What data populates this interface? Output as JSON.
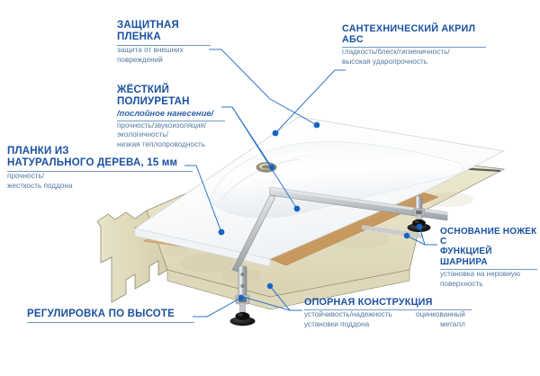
{
  "diagram": {
    "subject": "Конструкция душевого поддона",
    "language": "ru",
    "colors": {
      "heading": "#1a51a0",
      "subheading": "#2f62a8",
      "description": "#53789f",
      "leader_line": "#2d76c4",
      "marker_dot": "#1565c0",
      "acrylic": "#ffffff",
      "polyurethane": "#e8e4cd",
      "wood": "#e3bc8f",
      "metal_frame": "#b9bdc0",
      "foot": "#1b1b1b",
      "background": "#ffffff"
    }
  },
  "callouts": [
    {
      "id": "protective-film",
      "title": "ЗАЩИТНАЯ\nПЛЕНКА",
      "description": "защита от внешних\nповреждений"
    },
    {
      "id": "rigid-polyurethane",
      "title": "ЖЁСТКИЙ\nПОЛИУРЕТАН",
      "subtitle": "/послойное нанесение/",
      "description": "прочность/звукоизоляция/\nэкологичность/\nнизкая теплопроводность"
    },
    {
      "id": "natural-wood-battens",
      "title": "ПЛАНКИ ИЗ\nНАТУРАЛЬНОГО ДЕРЕВА, 15 мм",
      "description": "прочность/\nжесткость поддона"
    },
    {
      "id": "sanitary-acrylic-abs",
      "title": "САНТЕХНИЧЕСКИЙ АКРИЛ\nАБС",
      "description": "гладкость/блеск/гигиеничность/\nвысокая ударопрочность"
    },
    {
      "id": "hinged-leg-base",
      "title": "ОСНОВАНИЕ НОЖЕК С\nФУНКЦИЕЙ ШАРНИРА",
      "description": "установка на неровную\nповерхность"
    },
    {
      "id": "support-frame",
      "title": "ОПОРНАЯ КОНСТРУКЦИЯ",
      "description": "устойчивость/надежность\nустановки поддона",
      "description_secondary": "оцинкованный\nметалл"
    },
    {
      "id": "height-adjustment",
      "title": "РЕГУЛИРОВКА ПО ВЫСОТЕ"
    }
  ]
}
